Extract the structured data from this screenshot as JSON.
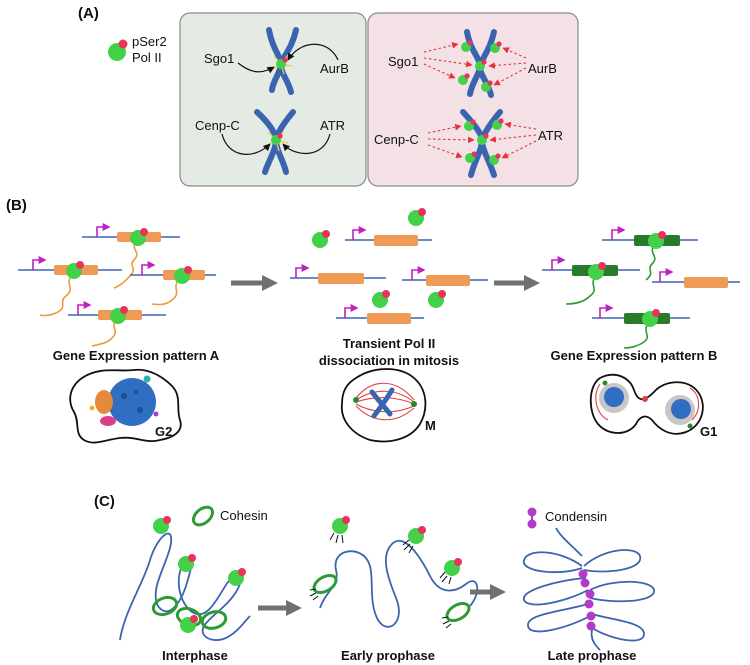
{
  "panel_a": {
    "letter": "(A)",
    "legend": {
      "line1": "pSer2",
      "line2": "Pol II"
    },
    "left_box": {
      "top_left": "Sgo1",
      "top_right": "AurB",
      "bottom_left": "Cenp-C",
      "bottom_right": "ATR",
      "color": "#e3ebe4"
    },
    "right_box": {
      "top_left": "Sgo1",
      "top_right": "AurB",
      "bottom_left": "Cenp-C",
      "bottom_right": "ATR",
      "color": "#f3e1e6"
    }
  },
  "panel_b": {
    "letter": "(B)",
    "caption_left": "Gene Expression pattern A",
    "caption_mid_1": "Transient Pol II",
    "caption_mid_2": "dissociation in mitosis",
    "caption_right": "Gene Expression pattern B",
    "phase_left": "G2",
    "phase_mid": "M",
    "phase_right": "G1"
  },
  "panel_c": {
    "letter": "(C)",
    "cohesin_label": "Cohesin",
    "condensin_label": "Condensin",
    "stage_left": "Interphase",
    "stage_mid": "Early prophase",
    "stage_right": "Late prophase"
  },
  "colors": {
    "pol2": "#44d14a",
    "pser2": "#e8335a",
    "chromosome": "#3b64b0",
    "gene_a": "#ef9a55",
    "gene_b": "#2a7a2c",
    "promoter_arrow": "#c020c0",
    "condensin": "#b23cc8"
  }
}
